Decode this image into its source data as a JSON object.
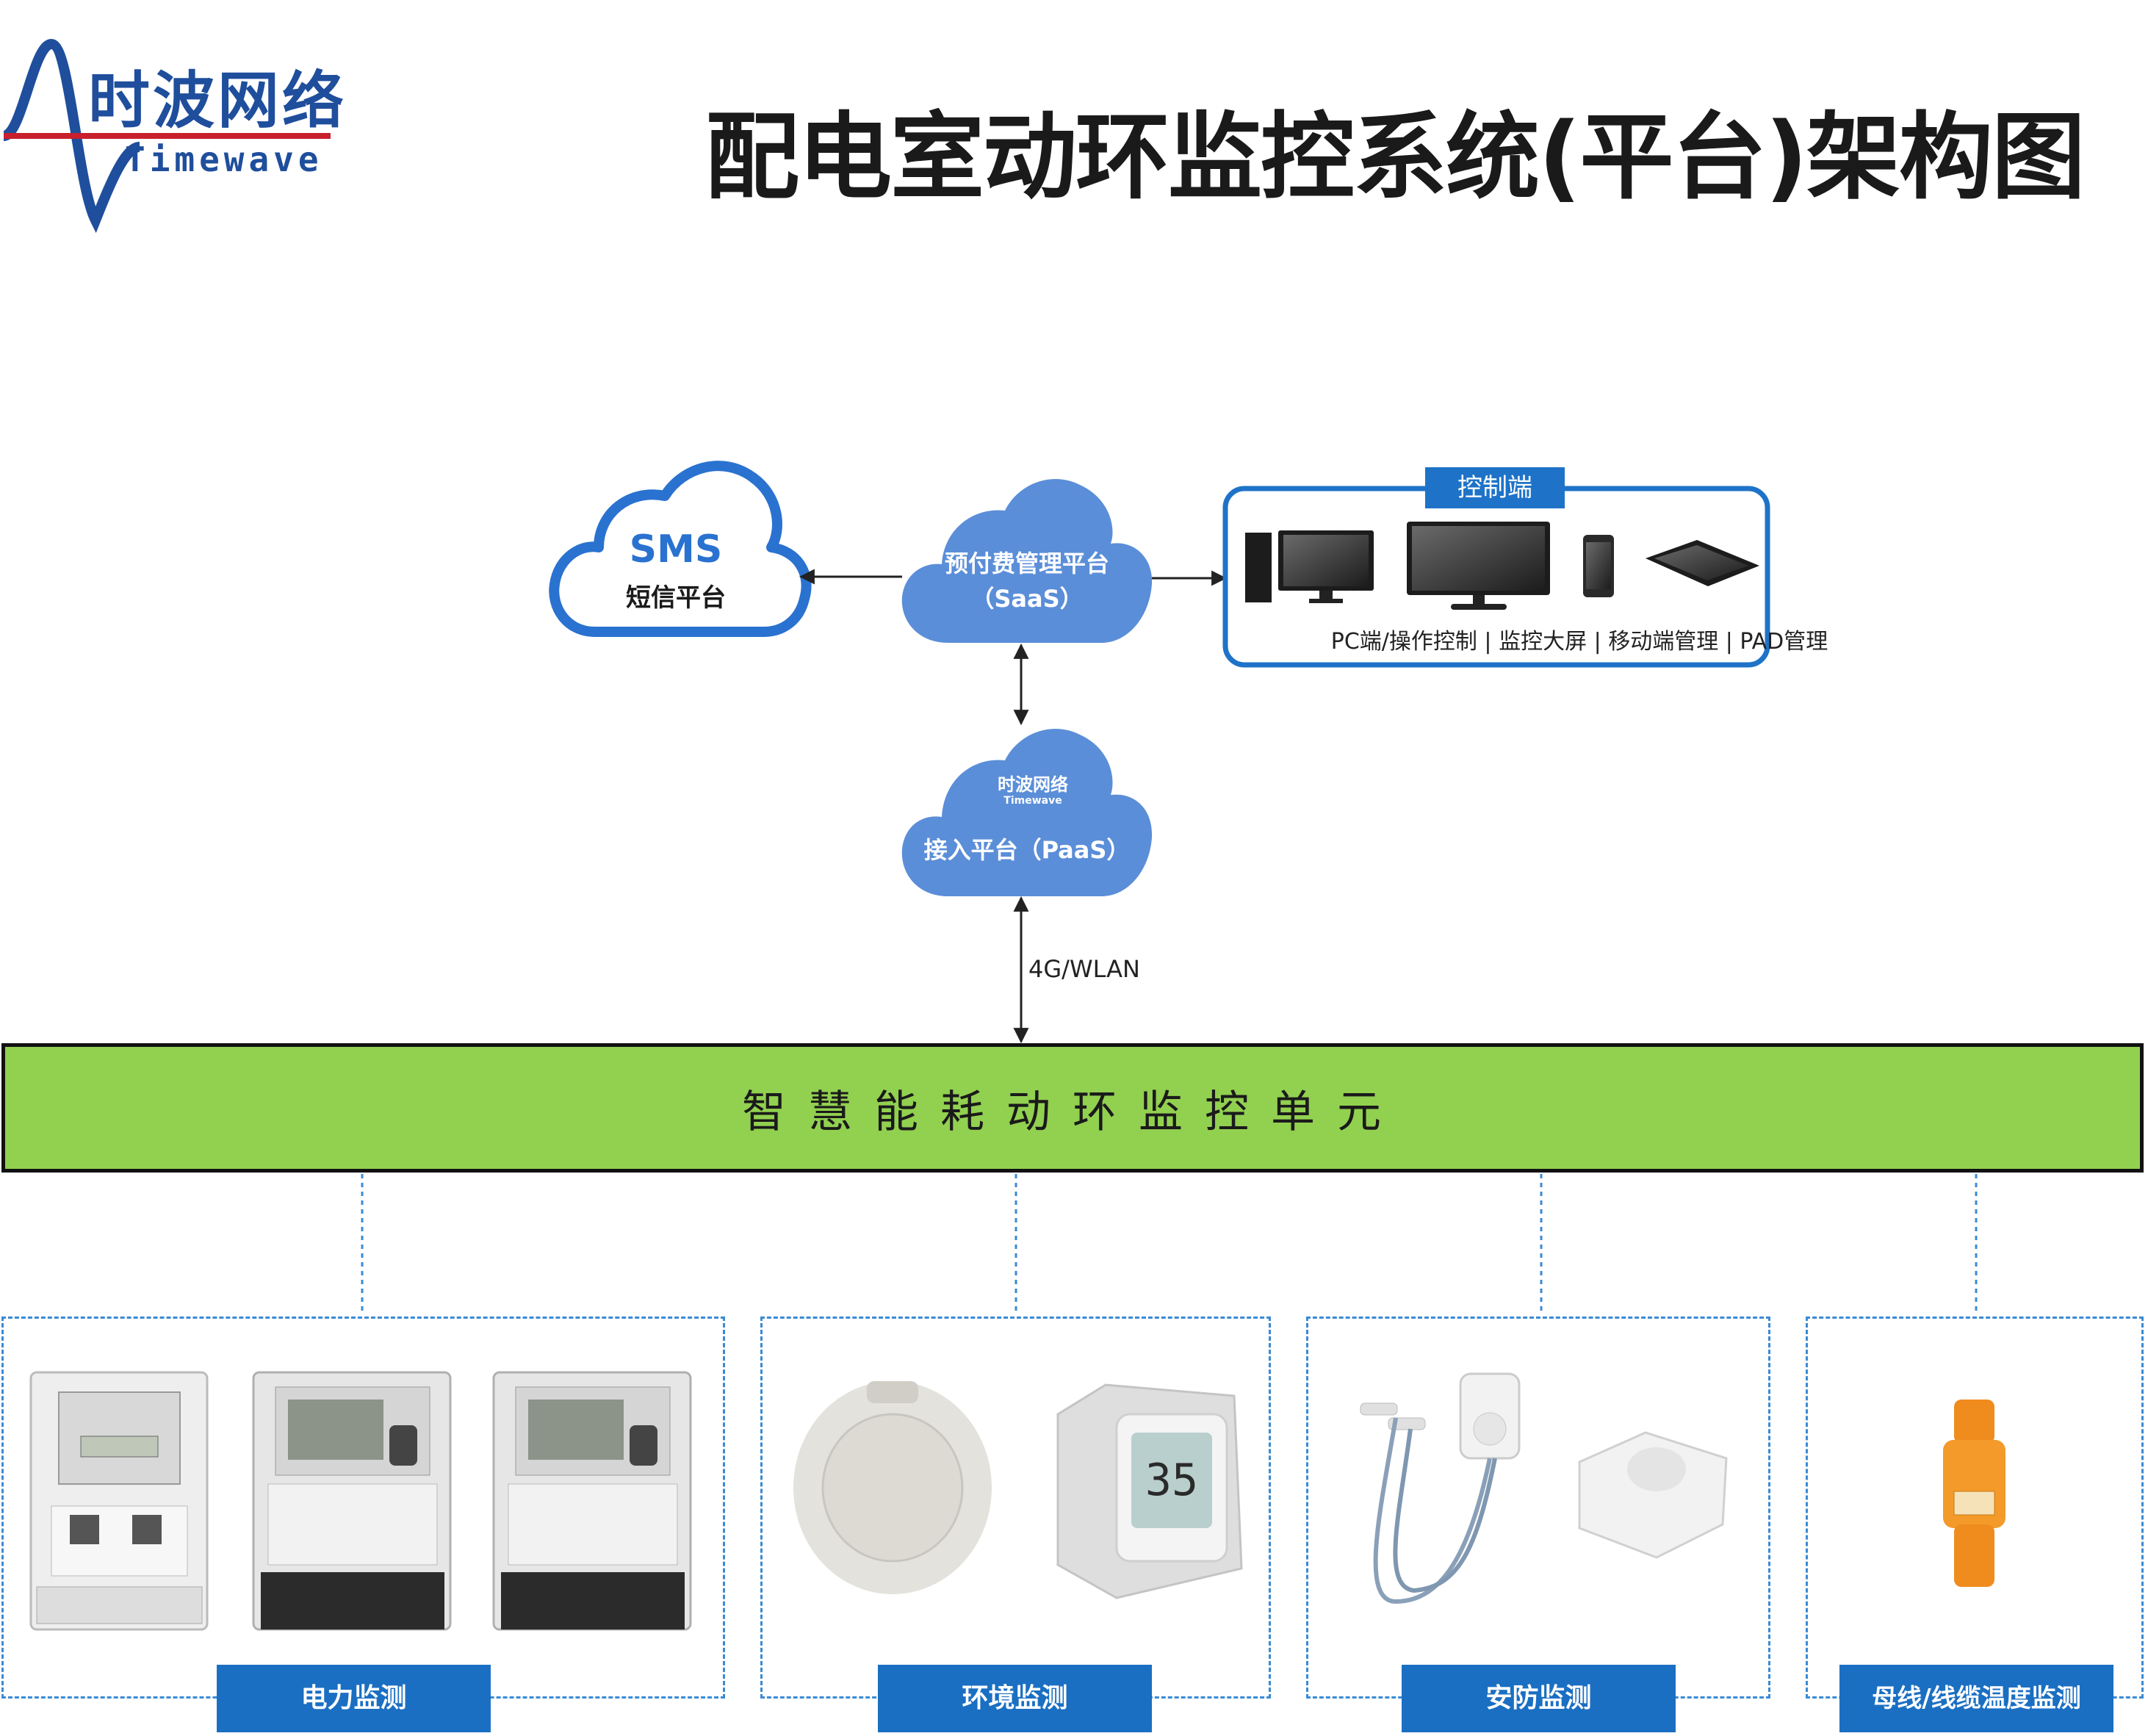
{
  "logo": {
    "cn": "时波网络",
    "en": "Timewave"
  },
  "title": "配电室动环监控系统(平台)架构图",
  "sms_cloud": {
    "line1": "SMS",
    "line2": "短信平台"
  },
  "saas_cloud": {
    "line1": "预付费管理平台",
    "line2": "（SaaS）"
  },
  "paas_cloud": {
    "logo_cn": "时波网络",
    "logo_en": "Timewave",
    "line1": "接入平台（PaaS）"
  },
  "control": {
    "label": "控制端",
    "caption": "PC端/操作控制 | 监控大屏 | 移动端管理 | PAD管理"
  },
  "network_label": "4G/WLAN",
  "unit_bar": "智慧能耗动环监控单元",
  "categories": [
    {
      "label": "电力监测"
    },
    {
      "label": "环境监测"
    },
    {
      "label": "安防监测"
    },
    {
      "label": "母线/线缆温度监测"
    }
  ],
  "colors": {
    "cloud_fill": "#5b8ed8",
    "cloud_outline": "#2a72d0",
    "green": "#92d050",
    "label_blue": "#1b6fc2"
  }
}
